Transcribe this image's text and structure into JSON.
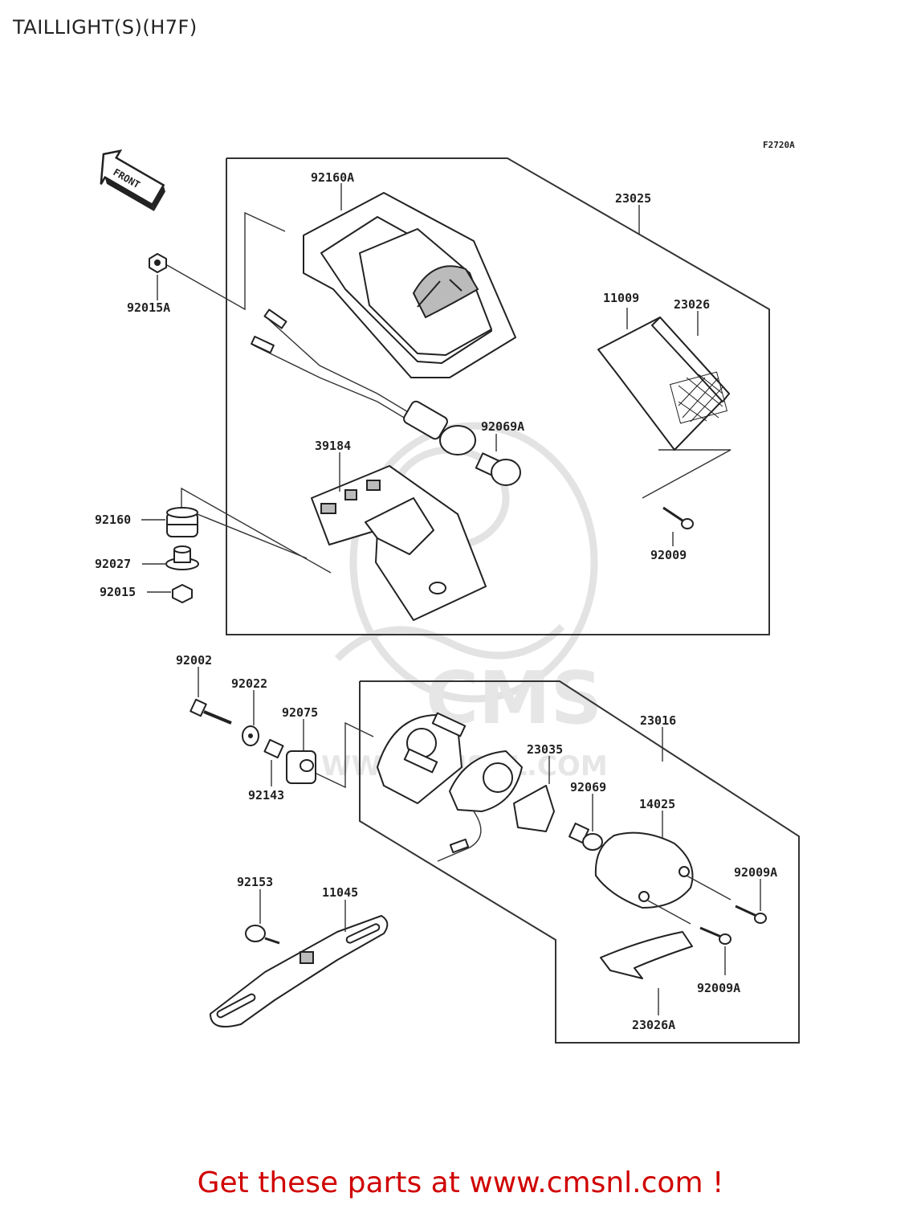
{
  "title": "TAILLIGHT(S)(H7F)",
  "figure_code": "F2720A",
  "front_label": "FRONT",
  "watermark": "WWW.CMSNL.COM",
  "footer_text": "Get these parts at www.cmsnl.com !",
  "colors": {
    "footer": "#d00000",
    "line": "#333333",
    "watermark": "#e3e3e3"
  },
  "parts": {
    "p92160A": "92160A",
    "p23025": "23025",
    "p92015A": "92015A",
    "p11009": "11009",
    "p23026": "23026",
    "p92069A": "92069A",
    "p39184": "39184",
    "p92160": "92160",
    "p92027": "92027",
    "p92015": "92015",
    "p92009": "92009",
    "p92002": "92002",
    "p92022": "92022",
    "p92075": "92075",
    "p23016": "23016",
    "p23035": "23035",
    "p92143": "92143",
    "p92069": "92069",
    "p14025": "14025",
    "p92009A_1": "92009A",
    "p92009A_2": "92009A",
    "p92153": "92153",
    "p11045": "11045",
    "p23026A": "23026A"
  }
}
